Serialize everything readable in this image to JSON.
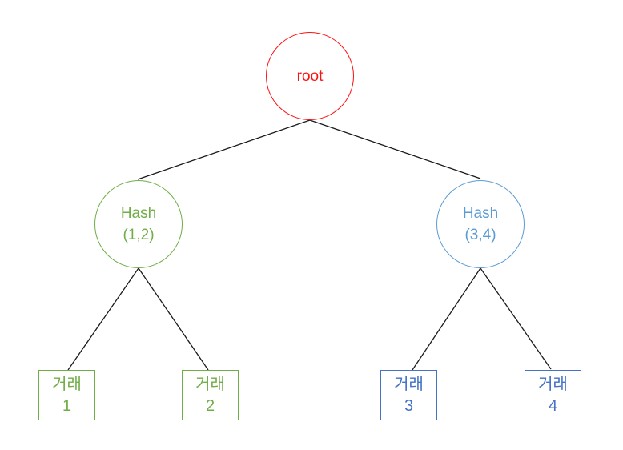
{
  "diagram": {
    "type": "merkle-tree",
    "background": "#ffffff",
    "colors": {
      "root": "#fb1313",
      "green": "#70ad47",
      "blue_light": "#5b9bd5",
      "blue_dark": "#4472c4",
      "edge": "#1a1a1a"
    },
    "nodes": {
      "root": {
        "label": "root"
      },
      "hash12": {
        "line1": "Hash",
        "line2": "(1,2)"
      },
      "hash34": {
        "line1": "Hash",
        "line2": "(3,4)"
      },
      "tx1": {
        "line1": "거래",
        "line2": "1"
      },
      "tx2": {
        "line1": "거래",
        "line2": "2"
      },
      "tx3": {
        "line1": "거래",
        "line2": "3"
      },
      "tx4": {
        "line1": "거래",
        "line2": "4"
      }
    }
  }
}
